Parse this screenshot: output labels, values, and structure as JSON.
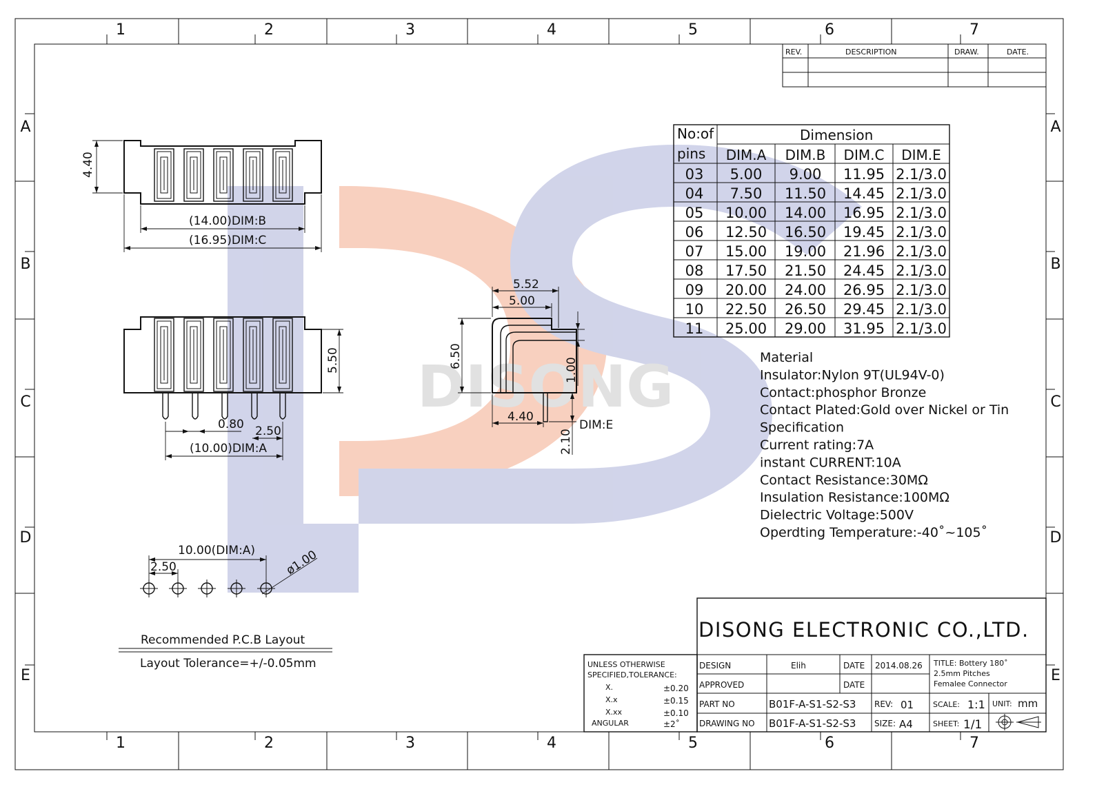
{
  "watermark": {
    "text": "DISONG",
    "colors": {
      "orange": "#f7c8b4",
      "blue": "#c9cde6",
      "text": "#dcdcdc"
    }
  },
  "border": {
    "columns": [
      "1",
      "2",
      "3",
      "4",
      "5",
      "6",
      "7"
    ],
    "rows": [
      "A",
      "B",
      "C",
      "D",
      "E"
    ]
  },
  "revision_table": {
    "headers": [
      "REV.",
      "DESCRIPTION",
      "DRAW.",
      "DATE."
    ]
  },
  "dimension_table": {
    "col1_header_top": "No:of",
    "col1_header_bottom": "pins",
    "group_header": "Dimension",
    "headers": [
      "DIM.A",
      "DIM.B",
      "DIM.C",
      "DIM.E"
    ],
    "rows": [
      [
        "03",
        "5.00",
        "9.00",
        "11.95",
        "2.1/3.0"
      ],
      [
        "04",
        "7.50",
        "11.50",
        "14.45",
        "2.1/3.0"
      ],
      [
        "05",
        "10.00",
        "14.00",
        "16.95",
        "2.1/3.0"
      ],
      [
        "06",
        "12.50",
        "16.50",
        "19.45",
        "2.1/3.0"
      ],
      [
        "07",
        "15.00",
        "19.00",
        "21.96",
        "2.1/3.0"
      ],
      [
        "08",
        "17.50",
        "21.50",
        "24.45",
        "2.1/3.0"
      ],
      [
        "09",
        "20.00",
        "24.00",
        "26.95",
        "2.1/3.0"
      ],
      [
        "10",
        "22.50",
        "26.50",
        "29.45",
        "2.1/3.0"
      ],
      [
        "11",
        "25.00",
        "29.00",
        "31.95",
        "2.1/3.0"
      ]
    ]
  },
  "specs": [
    "Material",
    "Insulator:Nylon 9T(UL94V-0)",
    "Contact:phosphor Bronze",
    "Contact Plated:Gold over Nickel or Tin",
    "Specification",
    "Current rating:7A",
    "instant CURRENT:10A",
    "Contact Resistance:30MΩ",
    "Insulation Resistance:100MΩ",
    "Dielectric Voltage:500V",
    "Operdting Temperature:-40˚~105˚"
  ],
  "top_view": {
    "dim_height": "4.40",
    "dim_b": "(14.00)DIM:B",
    "dim_c": "(16.95)DIM:C"
  },
  "front_view": {
    "dim_height": "5.50",
    "dim_pin": "0.80",
    "dim_pitch": "2.50",
    "dim_a": "(10.00)DIM:A"
  },
  "side_view": {
    "d552": "5.52",
    "d500": "5.00",
    "d650": "6.50",
    "d100": "1.00",
    "d440": "4.40",
    "d210": "2.10",
    "dime": "DIM:E"
  },
  "pcb": {
    "dim_a": "10.00(DIM:A)",
    "pitch": "2.50",
    "hole": "ø1.00",
    "title": "Recommended P.C.B Layout",
    "tolerance": "Layout Tolerance=+/-0.05mm"
  },
  "title_block": {
    "company": "DISONG ELECTRONIC CO.,LTD.",
    "tol_line1": "UNLESS OTHERWISE",
    "tol_line2": "SPECIFIED,TOLERANCE:",
    "tol_rows": [
      [
        "X.",
        "±0.20"
      ],
      [
        "X.x",
        "±0.15"
      ],
      [
        "X.xx",
        "±0.10"
      ],
      [
        "ANGULAR",
        "±2˚"
      ]
    ],
    "design_label": "DESIGN",
    "design_value": "Elih",
    "date_label": "DATE",
    "date_value": "2014.08.26",
    "approved_label": "APPROVED",
    "date_label2": "DATE",
    "title_line1": "TITLE: Bottery 180˚",
    "title_line2": "2.5mm Pitches",
    "title_line3": "Femalee Connector",
    "part_label": "PART NO",
    "part_value": "B01F-A-S1-S2-S3",
    "rev_label": "REV:",
    "rev_value": "01",
    "scale_label": "SCALE:",
    "scale_value": "1:1",
    "unit_label": "UNIT:",
    "unit_value": "mm",
    "drawing_label": "DRAWING NO",
    "drawing_value": "B01F-A-S1-S2-S3",
    "size_label": "SIZE:",
    "size_value": "A4",
    "sheet_label": "SHEET:",
    "sheet_value": "1/1"
  }
}
